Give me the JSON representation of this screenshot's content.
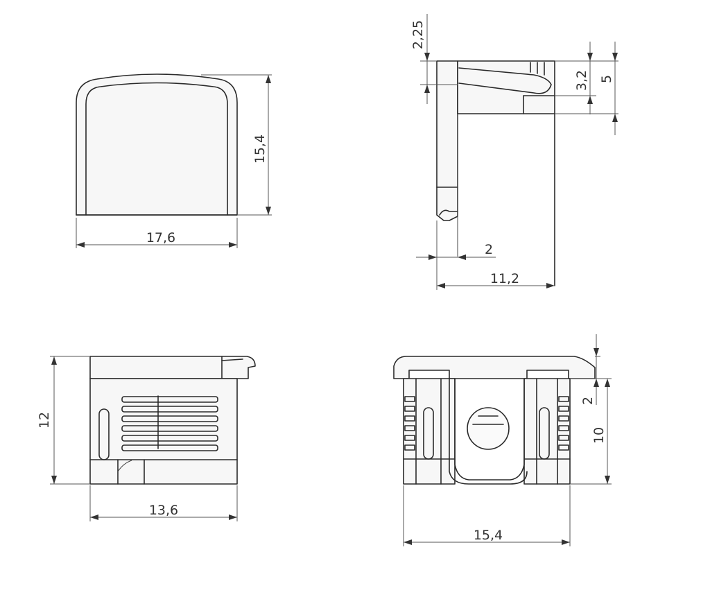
{
  "colors": {
    "line": "#2a2a2a",
    "dimension": "#555555",
    "background": "#ffffff"
  },
  "views": {
    "front_top": {
      "dims": {
        "width": "17,6",
        "height": "15,4"
      }
    },
    "side_top": {
      "dims": {
        "lip": "2,25",
        "clip": "3,2",
        "top": "5",
        "wall": "2",
        "depth": "11,2"
      }
    },
    "bottom_left": {
      "dims": {
        "width": "13,6",
        "height": "12"
      }
    },
    "bottom_right": {
      "dims": {
        "width": "15,4",
        "top": "2",
        "height": "10"
      }
    }
  }
}
